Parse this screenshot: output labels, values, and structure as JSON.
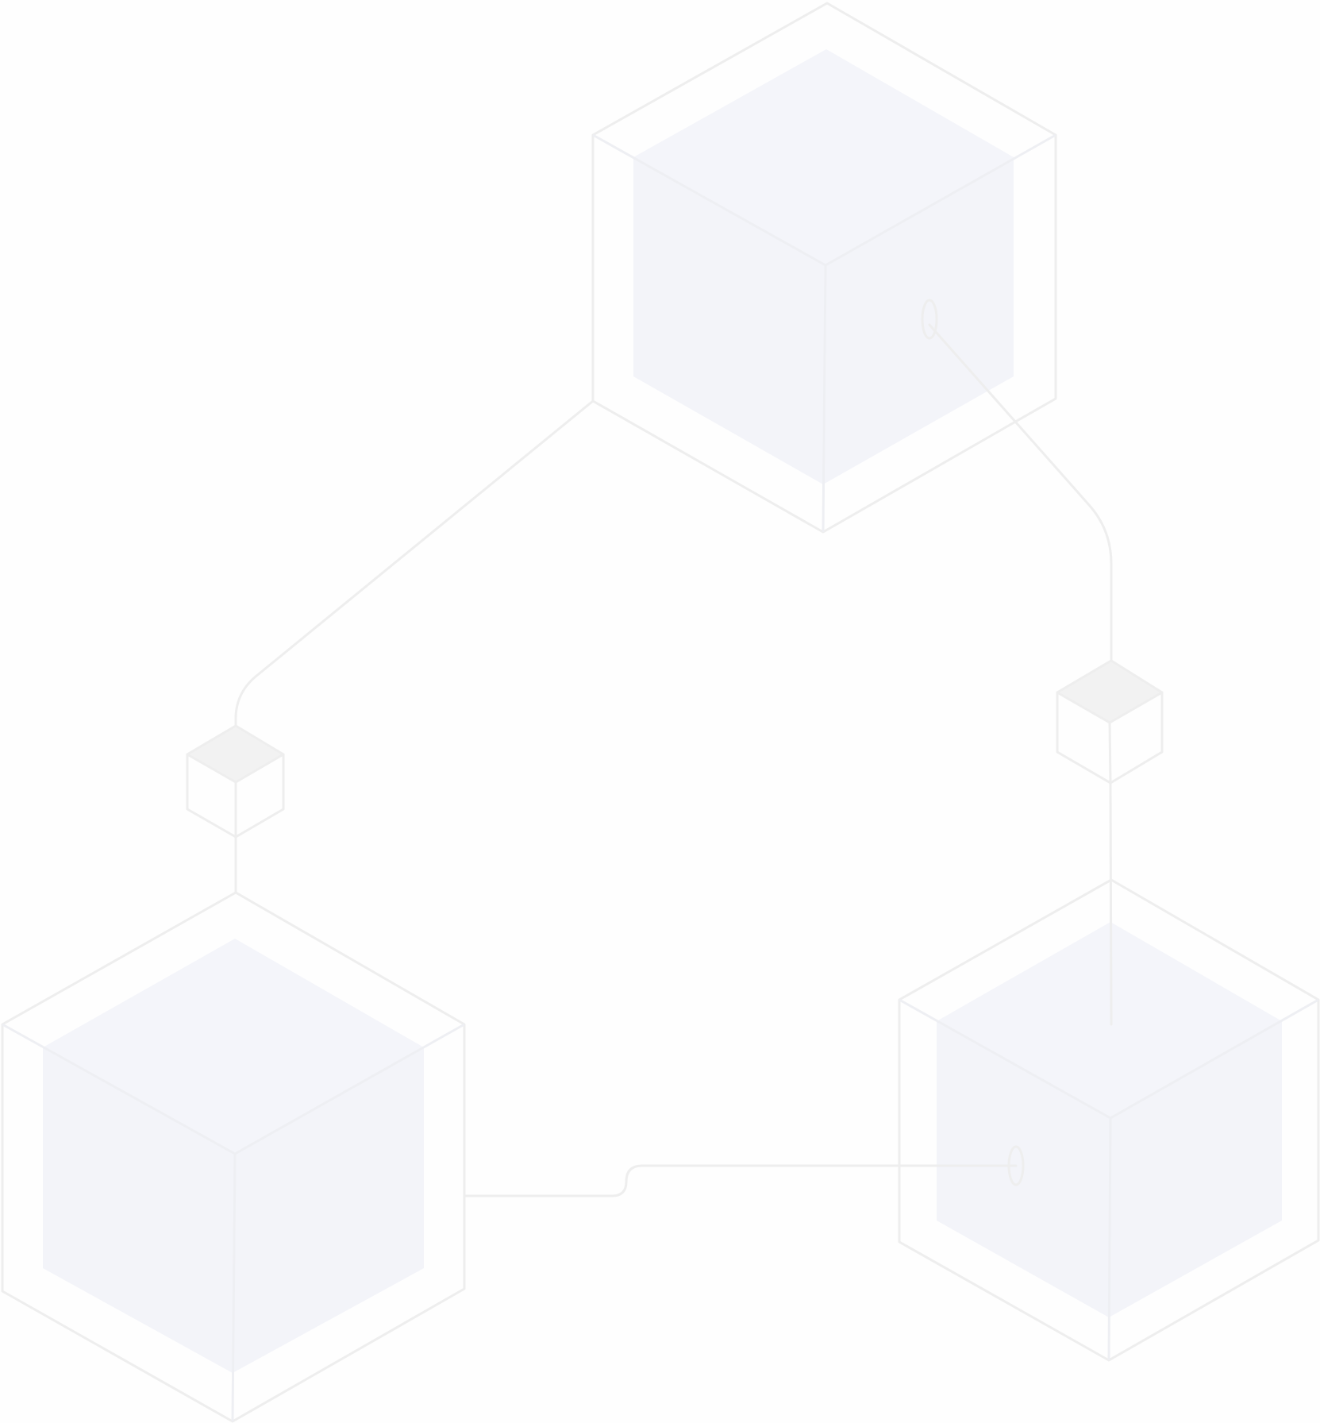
{
  "diagram": {
    "kind": "network-of-cubes",
    "colors": {
      "background": "#fefefe",
      "outline": "#eeeeee",
      "cube_face": "#f4f5fa",
      "node_top": "#f2f2f2"
    },
    "large_cubes": [
      "top",
      "bottom-left",
      "bottom-right"
    ],
    "small_nodes": [
      "left-node",
      "right-node"
    ],
    "connections": [
      {
        "from": "top",
        "to": "left-node"
      },
      {
        "from": "left-node",
        "to": "bottom-left"
      },
      {
        "from": "top",
        "to": "right-node"
      },
      {
        "from": "right-node",
        "to": "bottom-right"
      },
      {
        "from": "bottom-left",
        "to": "bottom-right"
      }
    ]
  }
}
